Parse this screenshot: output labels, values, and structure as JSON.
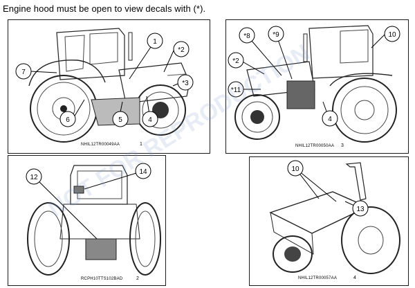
{
  "heading": "Engine hood must be open to view decals with (*).",
  "figures": [
    {
      "code": "NHIL12TR00049AA",
      "number": "1",
      "callouts": [
        "1",
        "*2",
        "*3",
        "4",
        "5",
        "6",
        "7"
      ]
    },
    {
      "code": "RCPH10TTS102BAD",
      "number": "2",
      "callouts": [
        "12",
        "14"
      ]
    },
    {
      "code": "NHIL12TR00050AA",
      "number": "3",
      "callouts": [
        "*8",
        "*9",
        "10",
        "*2",
        "*11",
        "4"
      ]
    },
    {
      "code": "NHIL12TR00057AA",
      "number": "4",
      "callouts": [
        "10",
        "13"
      ]
    }
  ],
  "watermark": "NOT FOR REPRODUCTION"
}
